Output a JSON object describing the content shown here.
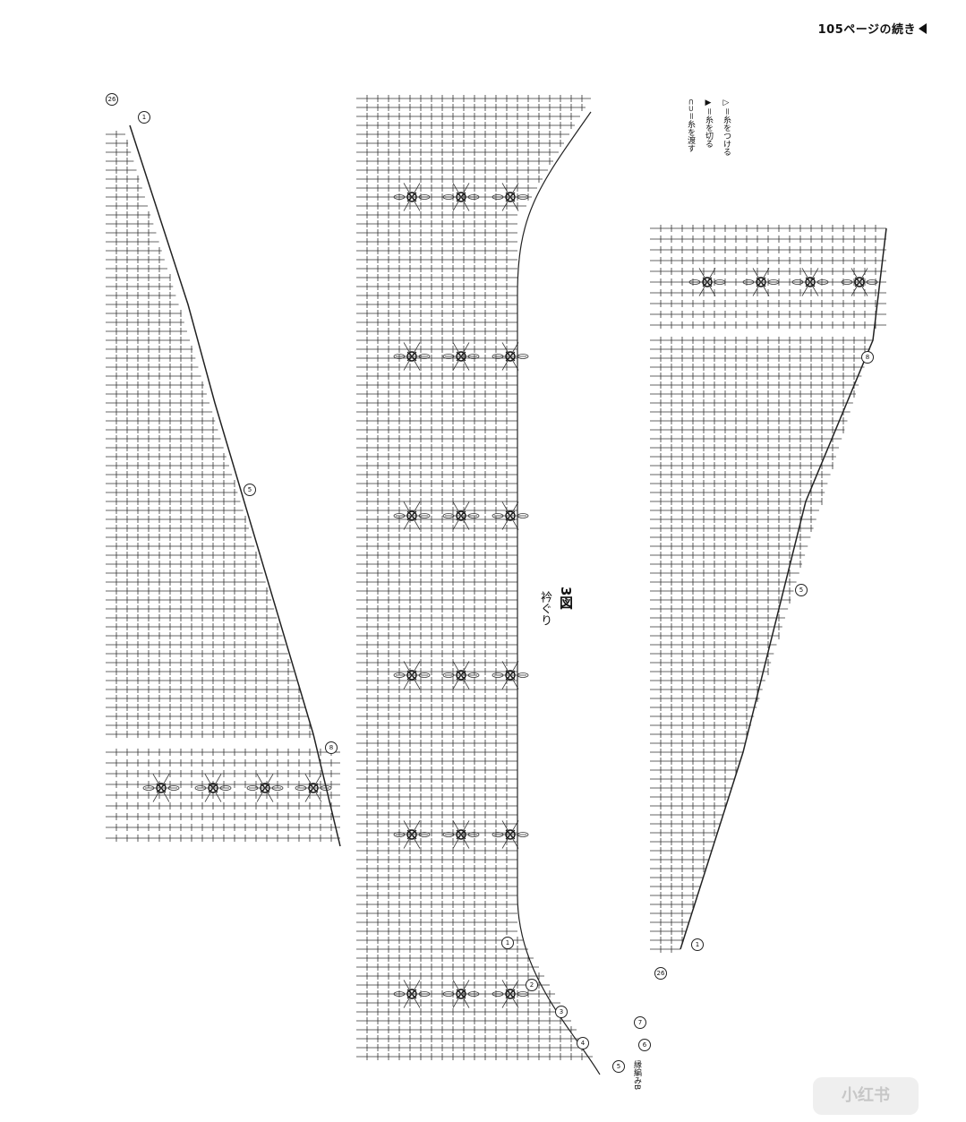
{
  "header": {
    "text": "105ページの続き"
  },
  "figure": {
    "title": "3図",
    "subtitle": "衿ぐり"
  },
  "legend": {
    "items": [
      {
        "symbol": "▷",
        "text": "＝糸をつける"
      },
      {
        "symbol": "▶",
        "text": "＝糸を切る"
      },
      {
        "symbol": "⊂⊃",
        "text": "＝糸を渡す"
      }
    ]
  },
  "notes": {
    "join_label": "縁編みB"
  },
  "row_marks": [
    "1",
    "5",
    "8",
    "26",
    "1",
    "2",
    "3",
    "4",
    "5",
    "6",
    "7"
  ],
  "watermark": {
    "text": "小红书"
  }
}
